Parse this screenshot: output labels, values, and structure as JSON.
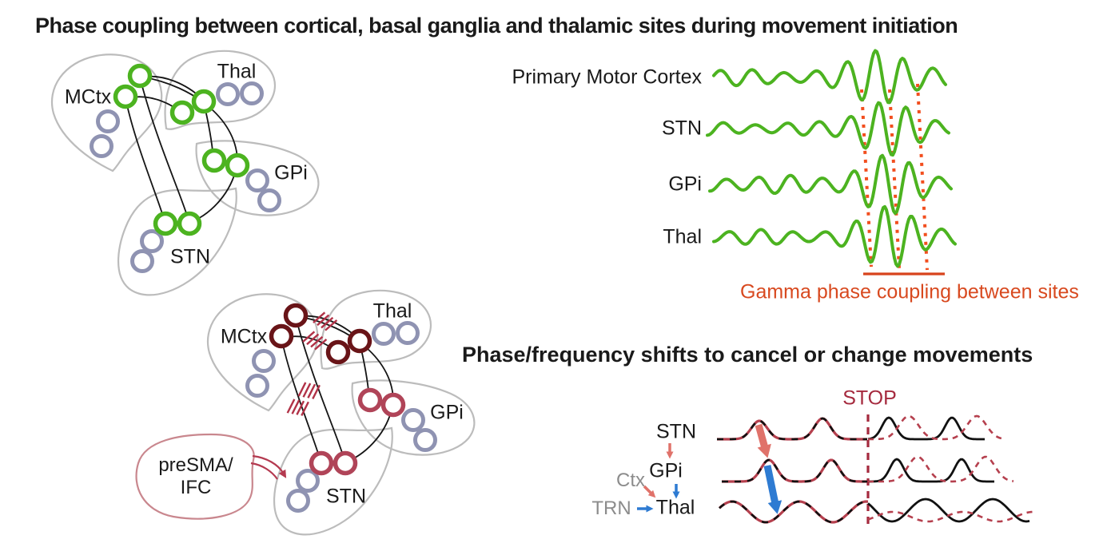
{
  "title_initiation": "Phase coupling between cortical, basal ganglia and thalamic sites during movement initiation",
  "title_stop": "Phase/frequency shifts to cancel or change movements",
  "regions": {
    "mctx": "MCtx",
    "thal": "Thal",
    "gpi": "GPi",
    "stn": "STN"
  },
  "presma": {
    "line1": "preSMA/",
    "line2": "IFC"
  },
  "gamma": {
    "trace1": "Primary Motor Cortex",
    "trace2": "STN",
    "trace3": "GPi",
    "trace4": "Thal",
    "caption": "Gamma phase coupling between sites"
  },
  "stop": {
    "label": "STOP",
    "stn": "STN",
    "gpi": "GPi",
    "thal": "Thal",
    "ctx": "Ctx",
    "trn": "TRN"
  },
  "colors": {
    "text": "#1a1a1a",
    "green": "#4cb320",
    "node_gray": "#8f93b2",
    "blob_outline": "#bcbcbc",
    "connection": "#151515",
    "maroon": "#691418",
    "crimson": "#b04458",
    "hash": "#b13247",
    "presma_outline": "#c9878e",
    "presma_arrow": "#b43a50",
    "dotted_orange": "#f24e1e",
    "caption_orange": "#d8491f",
    "underline_orange": "#d8431c",
    "stop_red": "#a52a3e",
    "overlap_red": "#b5404e",
    "salmon": "#e0726a",
    "blue": "#2e7bd2",
    "label_gray": "#8c8c8c"
  }
}
